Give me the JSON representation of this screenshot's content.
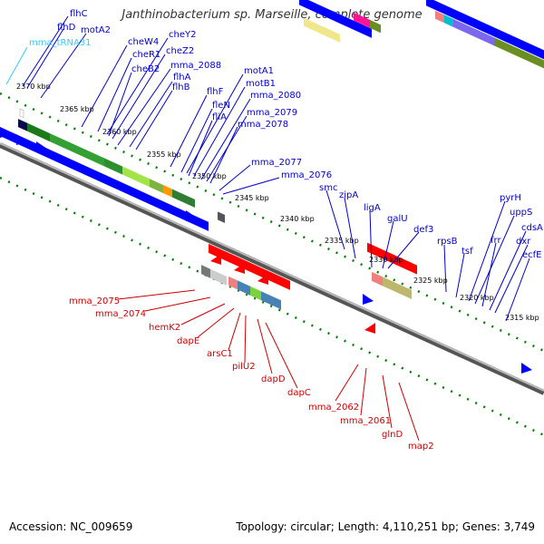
{
  "title": "Janthinobacterium sp. Marseille, complete genome",
  "accession": "Accession: NC_009659",
  "stats": "Topology: circular; Length: 4,110,251 bp; Genes: 3,749",
  "colors": {
    "forward_cds": "#0000ff",
    "reverse_cds": "#ff0000",
    "trna": "#33ccff",
    "backbone": "#808080",
    "tick": "#008000"
  },
  "ruler_labels": [
    "2370 kbp",
    "2365 kbp",
    "2360 kbp",
    "2355 kbp",
    "2350 kbp",
    "2345 kbp",
    "2340 kbp",
    "2335 kbp",
    "2330 kbp",
    "2325 kbp",
    "2320 kbp",
    "2315 kbp"
  ],
  "forward_labels": [
    "flhC",
    "flhD",
    "motA2",
    "mma_tRNA31",
    "cheW4",
    "cheY2",
    "cheR1",
    "cheZ2",
    "cheB2",
    "mma_2088",
    "flhA",
    "flhB",
    "flhF",
    "motA1",
    "fleN",
    "motB1",
    "fliA",
    "mma_2080",
    "mma_2079",
    "mma_2078",
    "mma_2077",
    "mma_2076",
    "smc",
    "zipA",
    "ligA",
    "galU",
    "def3",
    "rpsB",
    "tsf",
    "pyrH",
    "uppS",
    "frr",
    "cdsA",
    "dxr",
    "ecfE"
  ],
  "reverse_labels": [
    "mma_2075",
    "mma_2074",
    "hemK2",
    "dapE",
    "arsC1",
    "pilU2",
    "dapD",
    "dapC",
    "mma_2062",
    "mma_2061",
    "glnD",
    "map2"
  ]
}
